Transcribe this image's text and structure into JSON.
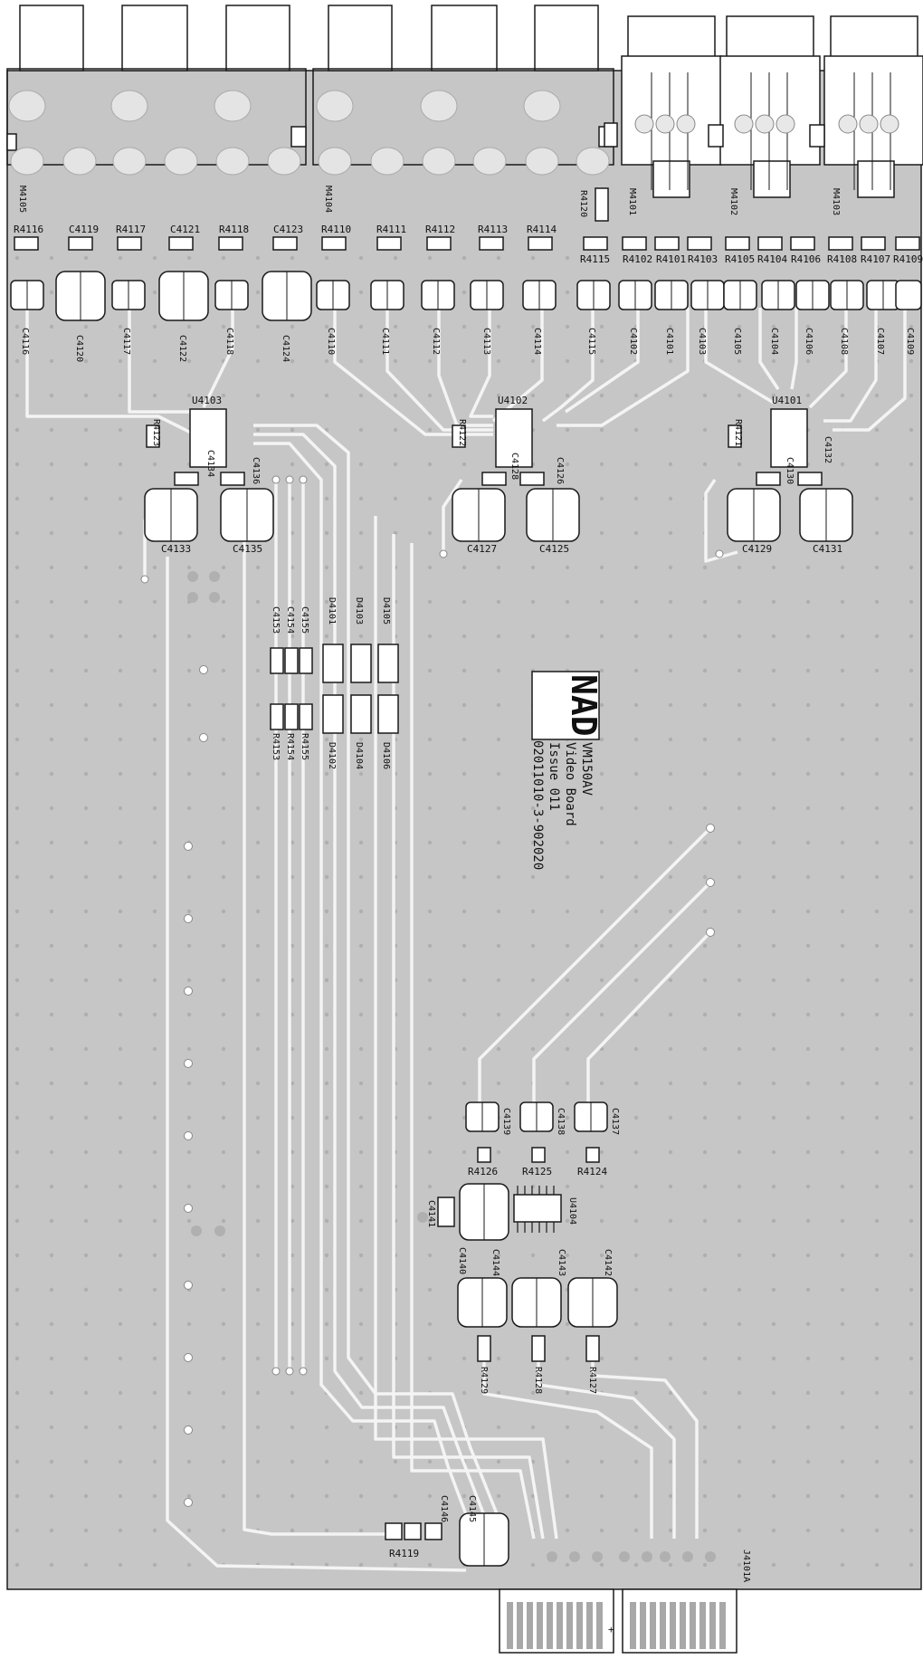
{
  "board": {
    "logo": "NAD",
    "model": "VM150AV",
    "name": "Video Board",
    "issue": "Issue 011",
    "part_number": "02011010-3-902020"
  },
  "connectors": {
    "jacks": [
      "M4105",
      "M4104",
      "M4101",
      "M4102",
      "M4103"
    ],
    "edge": "J4101A",
    "edge_mark": "+"
  },
  "top_resistors": [
    "R4116",
    "C4119",
    "R4117",
    "C4121",
    "R4118",
    "C4123",
    "R4110",
    "R4111",
    "R4112",
    "R4113",
    "R4114"
  ],
  "right_resistors": [
    "R4115",
    "R4102",
    "R4101",
    "R4103",
    "R4105",
    "R4104",
    "R4106",
    "R4108",
    "R4107",
    "R4109"
  ],
  "r4120": "R4120",
  "row_caps": [
    "C4116",
    "C4120",
    "C4117",
    "C4122",
    "C4118",
    "C4124",
    "C4110",
    "C4111",
    "C4112",
    "C4113",
    "C4114",
    "C4115",
    "C4102",
    "C4101",
    "C4103",
    "C4105",
    "C4104",
    "C4106",
    "C4108",
    "C4107",
    "C4109"
  ],
  "ics": {
    "u4103": {
      "ref": "U4103",
      "r": "R4123",
      "c_a": "C4134",
      "c_b": "C4136",
      "c_left": "C4133",
      "c_right": "C4135"
    },
    "u4102": {
      "ref": "U4102",
      "r": "R4122",
      "c_a": "C4128",
      "c_b": "C4126",
      "c_left": "C4127",
      "c_right": "C4125"
    },
    "u4101": {
      "ref": "U4101",
      "r": "R4121",
      "c_a": "C4130",
      "c_b": "C4132",
      "c_left": "C4129",
      "c_right": "C4131"
    }
  },
  "mid_components": {
    "caps_top": [
      "C4153",
      "C4154",
      "C4155"
    ],
    "res_bottom": [
      "R4153",
      "R4154",
      "R4155"
    ],
    "diodes_top": [
      "D4101",
      "D4103",
      "D4105"
    ],
    "diodes_bottom": [
      "D4102",
      "D4104",
      "D4106"
    ]
  },
  "bottom_section": {
    "caps_top": [
      "C4139",
      "C4138",
      "C4137"
    ],
    "res_top": [
      "R4126",
      "R4125",
      "R4124"
    ],
    "ic": "U4104",
    "c_small": "C4141",
    "c_large": "C4140",
    "caps_low": [
      "C4144",
      "C4143",
      "C4142"
    ],
    "res_low": [
      "R4129",
      "R4128",
      "R4127"
    ],
    "c4146": "C4146",
    "c4145": "C4145",
    "r4119": "R4119"
  },
  "colors": {
    "board": "#c6c6c6",
    "trace": "#f4f4f4",
    "outline": "#1a1a1a",
    "pad": "#e8e8e8"
  }
}
